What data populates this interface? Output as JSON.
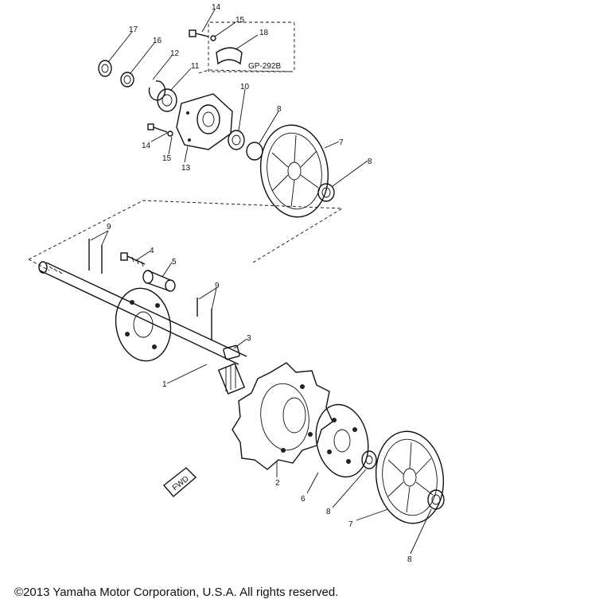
{
  "callouts": {
    "c1": "1",
    "c2": "2",
    "c3": "3",
    "c4": "4",
    "c5": "5",
    "c6": "6",
    "c7a": "7",
    "c7b": "7",
    "c8a": "8",
    "c8b": "8",
    "c8c": "8",
    "c8d": "8",
    "c9a": "9",
    "c9b": "9",
    "c10": "10",
    "c11": "11",
    "c12": "12",
    "c13": "13",
    "c14a": "14",
    "c14b": "14",
    "c15a": "15",
    "c15b": "15",
    "c16": "16",
    "c17": "17",
    "c18": "18"
  },
  "ref_code": "GP-292B",
  "fwd_label": "FWD",
  "copyright": "©2013 Yamaha Motor Corporation, U.S.A. All rights reserved."
}
